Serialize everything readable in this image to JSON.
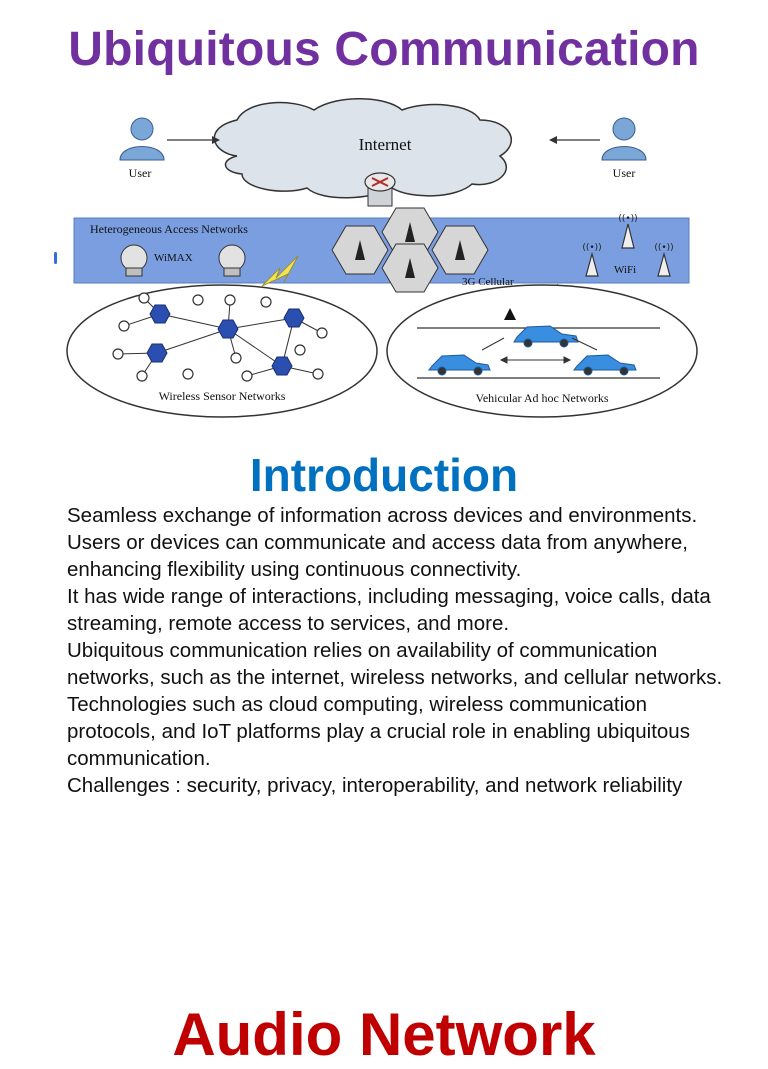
{
  "slide": {
    "title": "Ubiquitous Communication",
    "section_heading": "Introduction",
    "bullet_marker": "",
    "bullets": [
      "Seamless exchange of information across devices and environments.",
      "Users or devices can communicate and access data from anywhere, enhancing flexibility using continuous connectivity.",
      "It has wide range of interactions, including messaging, voice calls, data streaming, remote access to services, and more.",
      "Ubiquitous communication relies on availability of communication networks, such as the internet, wireless networks, and cellular networks.",
      "Technologies such as cloud computing, wireless communication protocols, and IoT platforms play a crucial role in enabling ubiquitous communication.",
      "Challenges : security, privacy, interoperability, and network reliability"
    ],
    "next_slide_title": "Audio Network"
  },
  "diagram": {
    "internet_label": "Internet",
    "user_left_label": "User",
    "user_right_label": "User",
    "access_band_label": "Heterogeneous Access Networks",
    "wimax_label": "WiMAX",
    "cellular_label": "3G Cellular",
    "wifi_label": "WiFi",
    "sensor_label": "Wireless Sensor Networks",
    "vehicular_label": "Vehicular Ad hoc Networks"
  },
  "colors": {
    "title": "#7030a0",
    "heading": "#0070c0",
    "next_title": "#c00000",
    "access_band": "#7b9ee0",
    "cloud": "#dde3ea",
    "car": "#3a8ee0",
    "sensor_node": "#2a4fb0"
  }
}
